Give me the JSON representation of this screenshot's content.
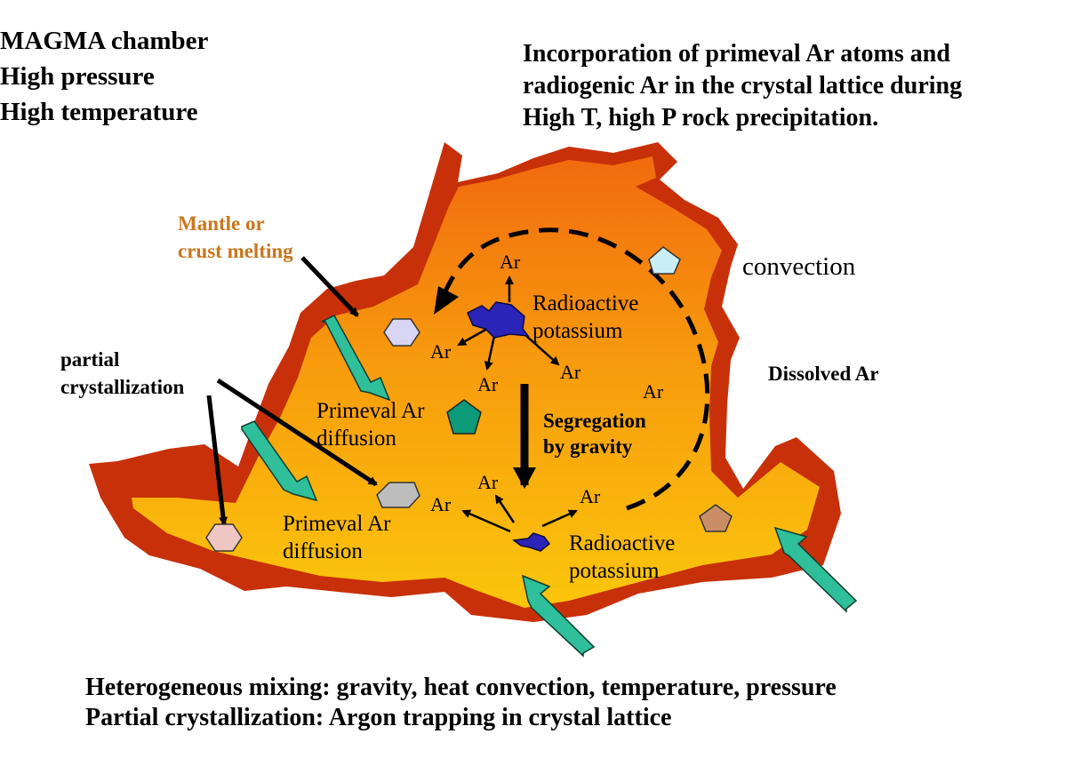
{
  "header": {
    "left_lines": [
      "MAGMA chamber",
      "High pressure",
      "High temperature"
    ],
    "right_lines": [
      "Incorporation of primeval Ar atoms and",
      "radiogenic Ar in the crystal lattice during",
      "High T, high P rock precipitation."
    ]
  },
  "labels": {
    "mantle": [
      "Mantle or",
      "crust melting"
    ],
    "partial": [
      "partial",
      "crystallization"
    ],
    "convection": "convection",
    "dissolved": "Dissolved Ar",
    "segregation": [
      "Segregation",
      "by gravity"
    ],
    "radioactive_upper": [
      "Radioactive",
      "potassium"
    ],
    "radioactive_lower": [
      "Radioactive",
      "potassium"
    ],
    "primeval_upper": [
      "Primeval Ar",
      "diffusion"
    ],
    "primeval_lower": [
      "Primeval Ar",
      "diffusion"
    ],
    "ar": "Ar"
  },
  "footer": {
    "lines": [
      "Heterogeneous mixing: gravity, heat convection, temperature, pressure",
      "Partial crystallization: Argon trapping in crystal lattice"
    ]
  },
  "colors": {
    "crust": "#c8300a",
    "magma_top": "#f26a0e",
    "magma_bottom": "#fbc30a",
    "teal_arrow": "#2fbf9a",
    "mantle_label": "#c9761e",
    "potassium": "#2a24b8",
    "crystal_lavender": "#d8d6f4",
    "crystal_green": "#0c9a78",
    "crystal_cyan": "#c9eef7",
    "crystal_pink": "#f0c6c2",
    "crystal_gray": "#bdbdbd",
    "crystal_tan": "#c98e66"
  }
}
